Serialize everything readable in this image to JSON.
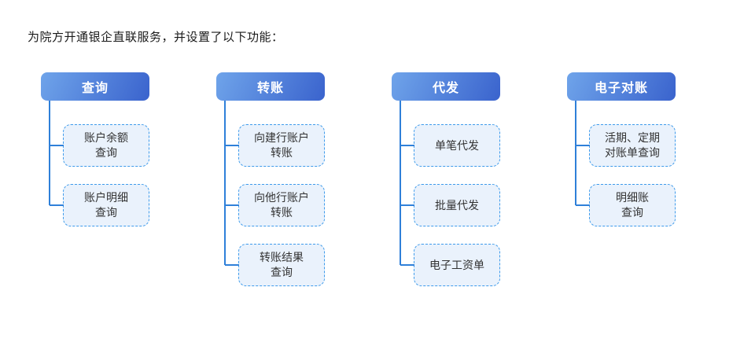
{
  "page": {
    "title": "为院方开通银企直联服务，并设置了以下功能："
  },
  "colors": {
    "header_gradient_start": "#6FA4EA",
    "header_gradient_end": "#3A63CD",
    "header_text": "#FFFFFF",
    "item_border": "#3E9BEB",
    "item_bg": "#EAF2FC",
    "item_text": "#333333",
    "connector": "#2F80D9"
  },
  "columns": [
    {
      "title": "查询",
      "items": [
        {
          "label": "账户余额\n查询"
        },
        {
          "label": "账户明细\n查询"
        }
      ]
    },
    {
      "title": "转账",
      "items": [
        {
          "label": "向建行账户\n转账"
        },
        {
          "label": "向他行账户\n转账"
        },
        {
          "label": "转账结果\n查询"
        }
      ]
    },
    {
      "title": "代发",
      "items": [
        {
          "label": "单笔代发"
        },
        {
          "label": "批量代发"
        },
        {
          "label": "电子工资单"
        }
      ]
    },
    {
      "title": "电子对账",
      "items": [
        {
          "label": "活期、定期\n对账单查询"
        },
        {
          "label": "明细账\n查询"
        }
      ]
    }
  ]
}
